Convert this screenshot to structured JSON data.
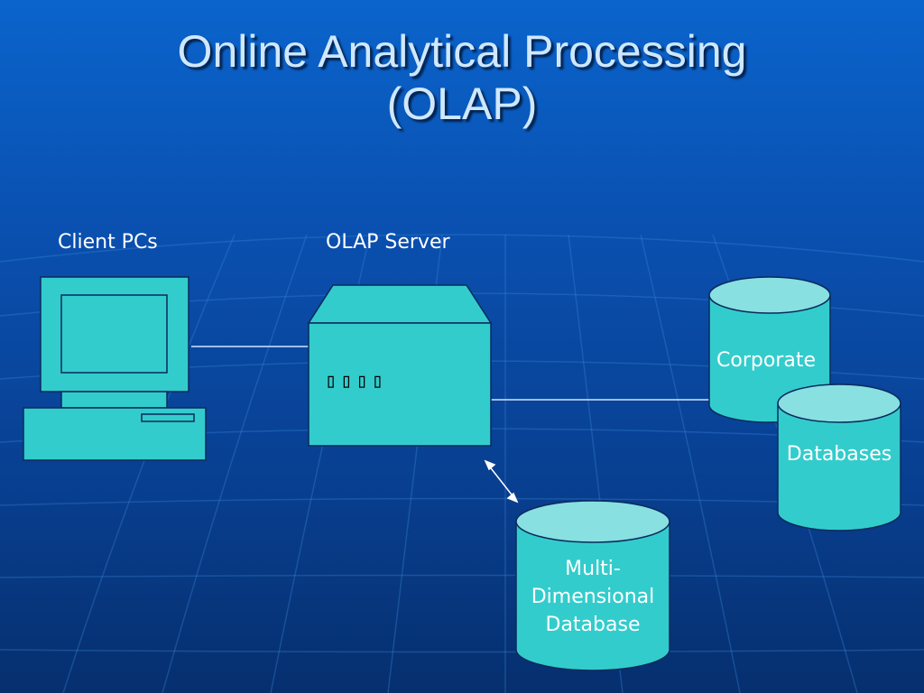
{
  "slide": {
    "title_line1": "Online Analytical Processing",
    "title_line2": "(OLAP)"
  },
  "diagram": {
    "client_label": "Client PCs",
    "server_label": "OLAP Server",
    "server_glyphs": "▯▯▯▯",
    "corporate_label": "Corporate",
    "databases_label": "Databases",
    "mddb_line1": "Multi-",
    "mddb_line2": "Dimensional",
    "mddb_line3": "Database"
  },
  "colors": {
    "shape_fill": "#33cccc",
    "shape_top": "#88e0e0",
    "outline": "#0b2a5e",
    "connector": "#cfe6ff"
  }
}
